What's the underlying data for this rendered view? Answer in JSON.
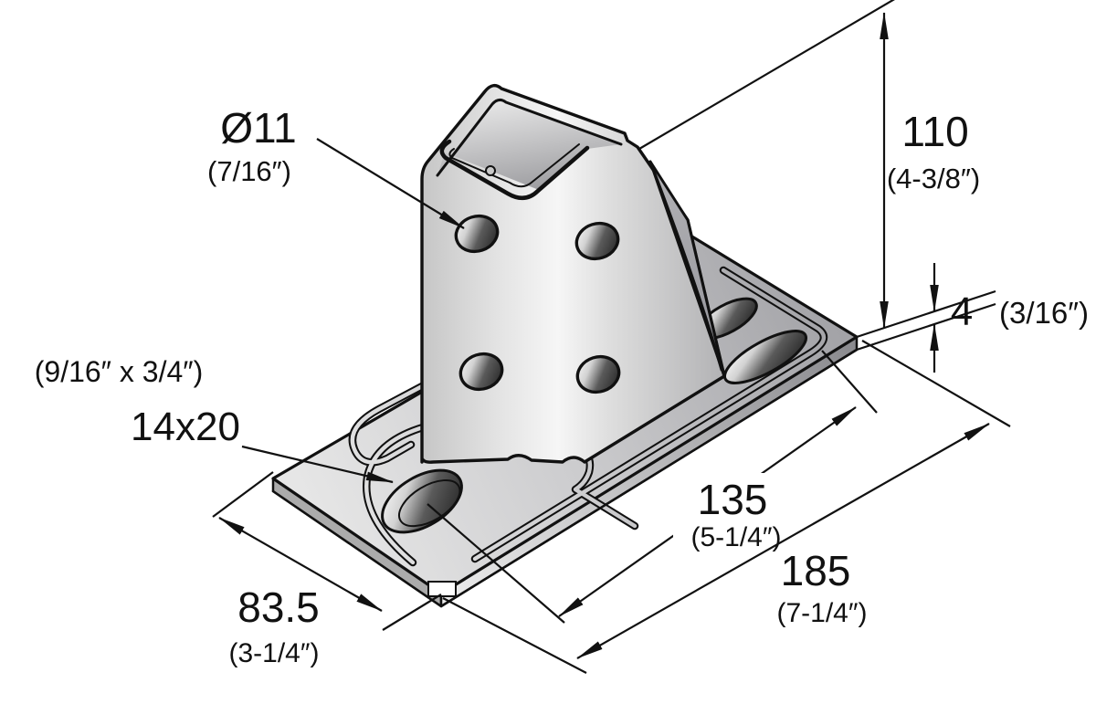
{
  "drawing": {
    "description": "Isometric technical drawing of a base-plate bracket with metric and imperial dimensions",
    "dimensions": {
      "hole_diameter": {
        "metric": "Ø11",
        "imperial": "(7/16″)"
      },
      "upright_height": {
        "metric": "110",
        "imperial": "(4-3/8″)"
      },
      "plate_thickness": {
        "metric": "4",
        "imperial": "(3/16″)"
      },
      "slot_size": {
        "metric": "14x20",
        "imperial": "(9/16″ x 3/4″)"
      },
      "slot_to_end_length": {
        "metric": "135",
        "imperial": "(5-1/4″)"
      },
      "plate_length": {
        "metric": "185",
        "imperial": "(7-1/4″)"
      },
      "plate_width": {
        "metric": "83.5",
        "imperial": "(3-1/4″)"
      }
    },
    "colors": {
      "line": "#111111",
      "background": "#ffffff",
      "metal_light": "#f2f2f2",
      "metal_mid": "#c9c9c9",
      "metal_dark": "#9c9ca0"
    }
  }
}
